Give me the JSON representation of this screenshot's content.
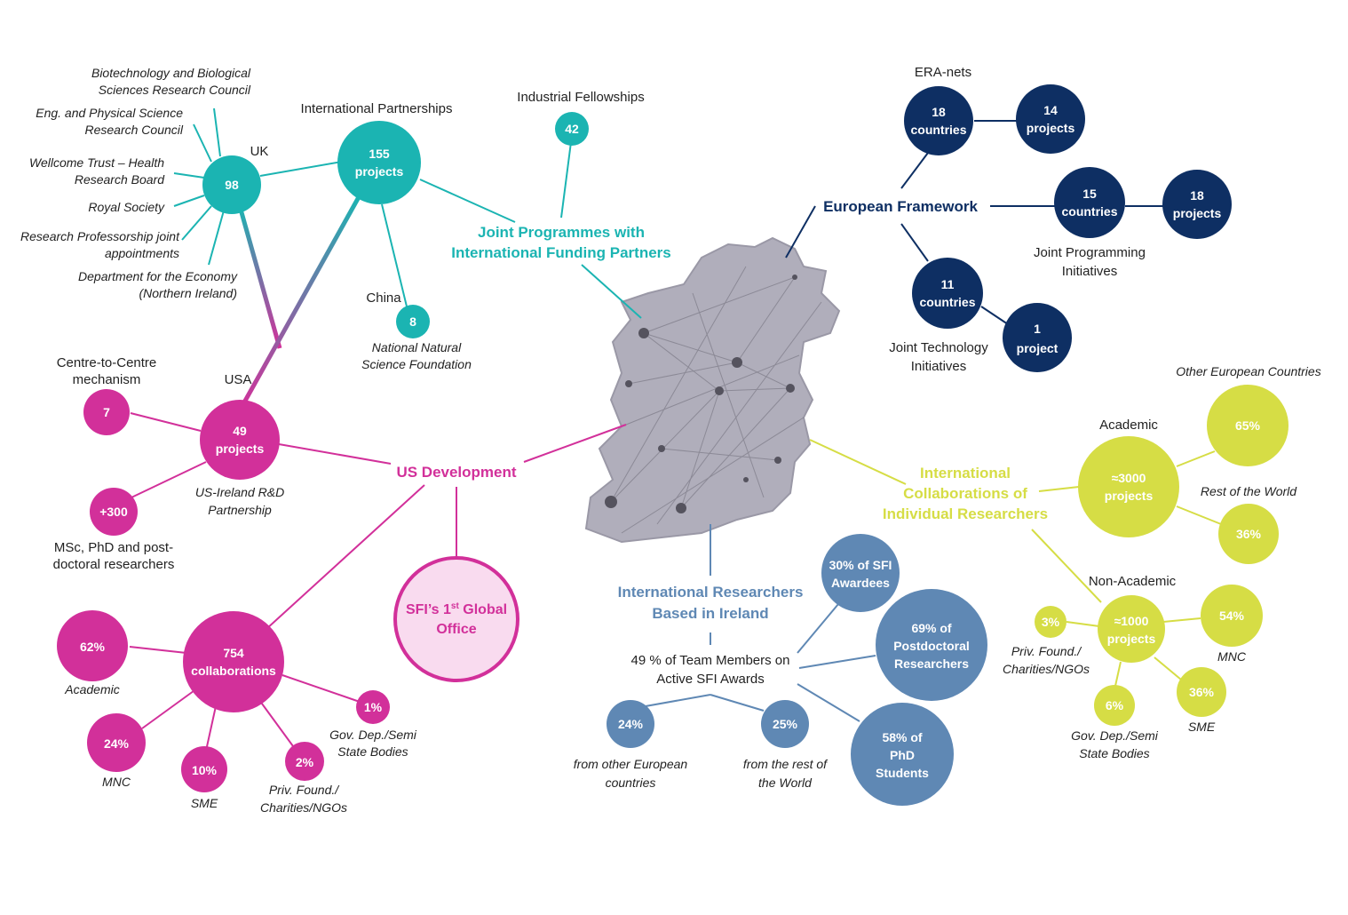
{
  "colors": {
    "teal": "#1bb4b2",
    "magenta": "#d2309a",
    "navy": "#0e2f63",
    "steel": "#5f88b4",
    "lime": "#d6dd45",
    "pink_fill": "#f9dbef",
    "map_gray": "#b0aebb"
  },
  "joint_programmes": {
    "title_line1": "Joint Programmes with",
    "title_line2": "International Funding  Partners",
    "partnerships_label": "International Partnerships",
    "partnerships_value_line1": "155",
    "partnerships_value_line2": "projects",
    "industrial_label": "Industrial Fellowships",
    "industrial_value": "42",
    "uk_label": "UK",
    "uk_value": "98",
    "uk_funders": [
      {
        "line1": "Biotechnology and Biological",
        "line2": "Sciences Research Council"
      },
      {
        "line1": "Eng. and Physical Science",
        "line2": "Research Council"
      },
      {
        "line1": "Wellcome Trust – Health",
        "line2": "Research Board"
      },
      {
        "line1": "Royal Society",
        "line2": ""
      },
      {
        "line1": "Research Professorship joint",
        "line2": "appointments"
      },
      {
        "line1": "Department for the Economy",
        "line2": "(Northern Ireland)"
      }
    ],
    "china_label": "China",
    "china_value": "8",
    "china_funder_line1": "National Natural",
    "china_funder_line2": "Science Foundation"
  },
  "us_development": {
    "title": "US Development",
    "usa_label": "USA",
    "usa_value_line1": "49",
    "usa_value_line2": "projects",
    "usa_sublabel_line1": "US-Ireland R&D",
    "usa_sublabel_line2": "Partnership",
    "centre_label_line1": "Centre-to-Centre",
    "centre_label_line2": "mechanism",
    "centre_value": "7",
    "researchers_value": "+300",
    "researchers_label_line1": "MSc, PhD and post-",
    "researchers_label_line2": "doctoral researchers",
    "global_office_line1_main": "SFI’s 1",
    "global_office_line1_sup": "st",
    "global_office_line1_end": " Global",
    "global_office_line2": "Office",
    "collab_value_line1": "754",
    "collab_value_line2": "collaborations",
    "collab_breakdown": [
      {
        "value": "62%",
        "label1": "Academic",
        "label2": ""
      },
      {
        "value": "24%",
        "label1": "MNC",
        "label2": ""
      },
      {
        "value": "10%",
        "label1": "SME",
        "label2": ""
      },
      {
        "value": "2%",
        "label1": "Priv. Found./",
        "label2": "Charities/NGOs"
      },
      {
        "value": "1%",
        "label1": "Gov. Dep./Semi",
        "label2": "State Bodies"
      }
    ]
  },
  "european": {
    "title": "European Framework",
    "era_label": "ERA-nets",
    "era_countries_line1": "18",
    "era_countries_line2": "countries",
    "era_projects_line1": "14",
    "era_projects_line2": "projects",
    "jpi_countries_line1": "15",
    "jpi_countries_line2": "countries",
    "jpi_projects_line1": "18",
    "jpi_projects_line2": "projects",
    "jpi_label_line1": "Joint Programming",
    "jpi_label_line2": "Initiatives",
    "jti_countries_line1": "11",
    "jti_countries_line2": "countries",
    "jti_projects_line1": "1",
    "jti_projects_line2": "project",
    "jti_label_line1": "Joint Technology",
    "jti_label_line2": "Initiatives"
  },
  "international_researchers": {
    "title_line1": "International Researchers",
    "title_line2": "Based in Ireland",
    "team_line1": "49 % of Team Members on",
    "team_line2": "Active SFI Awards",
    "europe_value": "24%",
    "europe_label_line1": "from other European",
    "europe_label_line2": "countries",
    "world_value": "25%",
    "world_label_line1": "from the rest of",
    "world_label_line2": "the World",
    "awardees_line1": "30% of SFI",
    "awardees_line2": "Awardees",
    "postdoc_line1": "69% of",
    "postdoc_line2": "Postdoctoral",
    "postdoc_line3": "Researchers",
    "phd_line1": "58% of",
    "phd_line2": "PhD",
    "phd_line3": "Students"
  },
  "individual_collab": {
    "title_line1": "International",
    "title_line2": "Collaborations  of",
    "title_line3": "Individual Researchers",
    "academic_label": "Academic",
    "academic_value_line1": "≈3000",
    "academic_value_line2": "projects",
    "other_europe_value": "65%",
    "other_europe_label": "Other European Countries",
    "rest_world_value": "36%",
    "rest_world_label": "Rest of the World",
    "non_academic_label": "Non-Academic",
    "non_academic_value_line1": "≈1000",
    "non_academic_value_line2": "projects",
    "priv_value": "3%",
    "priv_label_line1": "Priv. Found./",
    "priv_label_line2": "Charities/NGOs",
    "mnc_value": "54%",
    "mnc_label": "MNC",
    "sme_value": "36%",
    "sme_label": "SME",
    "gov_value": "6%",
    "gov_label_line1": "Gov. Dep./Semi",
    "gov_label_line2": "State Bodies"
  }
}
